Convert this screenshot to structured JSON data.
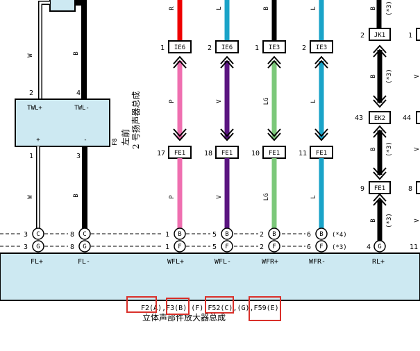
{
  "wires": {
    "w1": {
      "color": "#ffffff",
      "letter": "W"
    },
    "w2": {
      "color": "#000000",
      "letter": "B"
    },
    "w3": {
      "top_color": "#ee0000",
      "top_letter": "R",
      "top_pin": "1",
      "conn_top": "IE6",
      "bot_pin": "17",
      "conn_bot": "FE1",
      "color": "#ef6fb0",
      "letter": "P",
      "head_pin": "1",
      "head_bot_pin": "1",
      "head_letter": "B",
      "head_bot_letter": "F",
      "label": "WFL+"
    },
    "w4": {
      "top_color": "#1aa3c8",
      "top_letter": "L",
      "top_pin": "2",
      "conn_top": "IE6",
      "bot_pin": "18",
      "conn_bot": "FE1",
      "color": "#5a1580",
      "letter": "V",
      "head_pin": "5",
      "head_bot_pin": "5",
      "head_letter": "B",
      "head_bot_letter": "F",
      "label": "WFL-"
    },
    "w5": {
      "top_color": "#000000",
      "top_letter": "B",
      "top_pin": "1",
      "conn_top": "IE3",
      "bot_pin": "10",
      "conn_bot": "FE1",
      "color": "#7cc87a",
      "letter": "LG",
      "head_pin": "2",
      "head_bot_pin": "2",
      "head_letter": "B",
      "head_bot_letter": "F",
      "label": "WFR+"
    },
    "w6": {
      "top_color": "#1aa3c8",
      "top_letter": "L",
      "top_pin": "2",
      "conn_top": "IE3",
      "bot_pin": "11",
      "conn_bot": "FE1",
      "color": "#1aa3c8",
      "letter": "L",
      "head_pin": "6",
      "head_bot_pin": "6",
      "head_letter": "B",
      "head_bot_letter": "F",
      "label": "WFR-",
      "note_top": "(*4)",
      "note_bot": "(*3)"
    }
  },
  "speaker": {
    "pin_plus_top": "2",
    "pin_minus_top": "4",
    "label_plus": "TWL+",
    "label_minus": "TWL-",
    "sym_plus": "+",
    "sym_minus": "-",
    "pin_plus_bot": "1",
    "pin_minus_bot": "3",
    "code": "F8",
    "name_line1": "左前",
    "name_line2": "2 号扬声器总成"
  },
  "left_heads": {
    "row1_pin_a": "3",
    "row1_letter_a": "C",
    "row1_pin_b": "8",
    "row1_letter_b": "C",
    "row2_pin_a": "3",
    "row2_letter_a": "G",
    "row2_pin_b": "8",
    "row2_letter_b": "G",
    "label_a": "FL+",
    "label_b": "FL-"
  },
  "right_chain": {
    "top_letter": "B",
    "note": "(*3)",
    "jk_pin": "2",
    "jk": "JK1",
    "jk_pin_next": "1",
    "mid_letter": "B",
    "ek_pin": "43",
    "ek": "EK2",
    "ek_pin_next": "44",
    "low_letter": "B",
    "fe_pin": "9",
    "fe": "FE1",
    "fe_pin_next": "8",
    "bot_letter": "B",
    "side_letter": "V",
    "head_pin": "4",
    "head_letter": "G",
    "head_pin_next": "11",
    "label": "RL+"
  },
  "amp": {
    "connectors_text": "F2(A),F3(B),(F),F52(C),(G),F59(E)",
    "name": "立体声部件放大器总成",
    "highlight_color": "#d9302a",
    "box_color": "#cde9f2"
  }
}
